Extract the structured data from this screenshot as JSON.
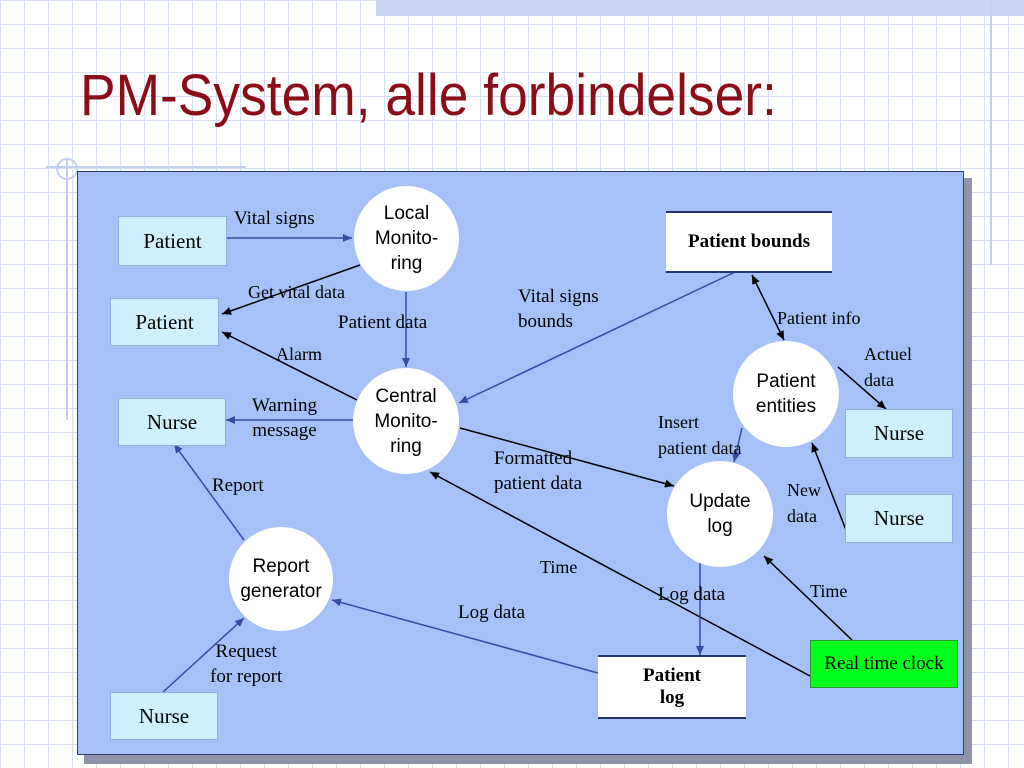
{
  "title": "PM-System, alle forbindelser:",
  "entities": {
    "patient_1": "Patient",
    "patient_2": "Patient",
    "nurse_left": "Nurse",
    "nurse_bottom": "Nurse",
    "nurse_right_1": "Nurse",
    "nurse_right_2": "Nurse",
    "real_time_clock": "Real time clock"
  },
  "processes": {
    "local_monitoring": "Local\nMonito-\nring",
    "central_monitoring": "Central\nMonito-\nring",
    "patient_entities": "Patient\nentities",
    "update_log": "Update\nlog",
    "report_generator": "Report\ngenerator"
  },
  "stores": {
    "patient_bounds": "Patient bounds",
    "patient_log": "Patient\nlog"
  },
  "flows": {
    "vital_signs": "Vital signs",
    "get_vital_data": "Get vital data",
    "patient_data": "Patient data",
    "alarm": "Alarm",
    "warning_message": "Warning\nmessage",
    "vital_signs_bounds": "Vital signs\nbounds",
    "patient_info": "Patient info",
    "actuel_data": "Actuel\ndata",
    "insert_patient_data": "Insert\npatient data",
    "new_data": "New\ndata",
    "formatted_patient_data": "Formatted\npatient data",
    "report": "Report",
    "time_center": "Time",
    "time_right": "Time",
    "log_data_right": "Log data",
    "log_data_left": "Log data",
    "request_for_report": "Request\nfor report"
  },
  "colors": {
    "title": "#8b0d17",
    "panel": "#a6c0f8",
    "entity_box": "#cfeffc",
    "clock": "#00ff1a",
    "arrow_blue": "#3a4aa0",
    "arrow_black": "#000000"
  }
}
